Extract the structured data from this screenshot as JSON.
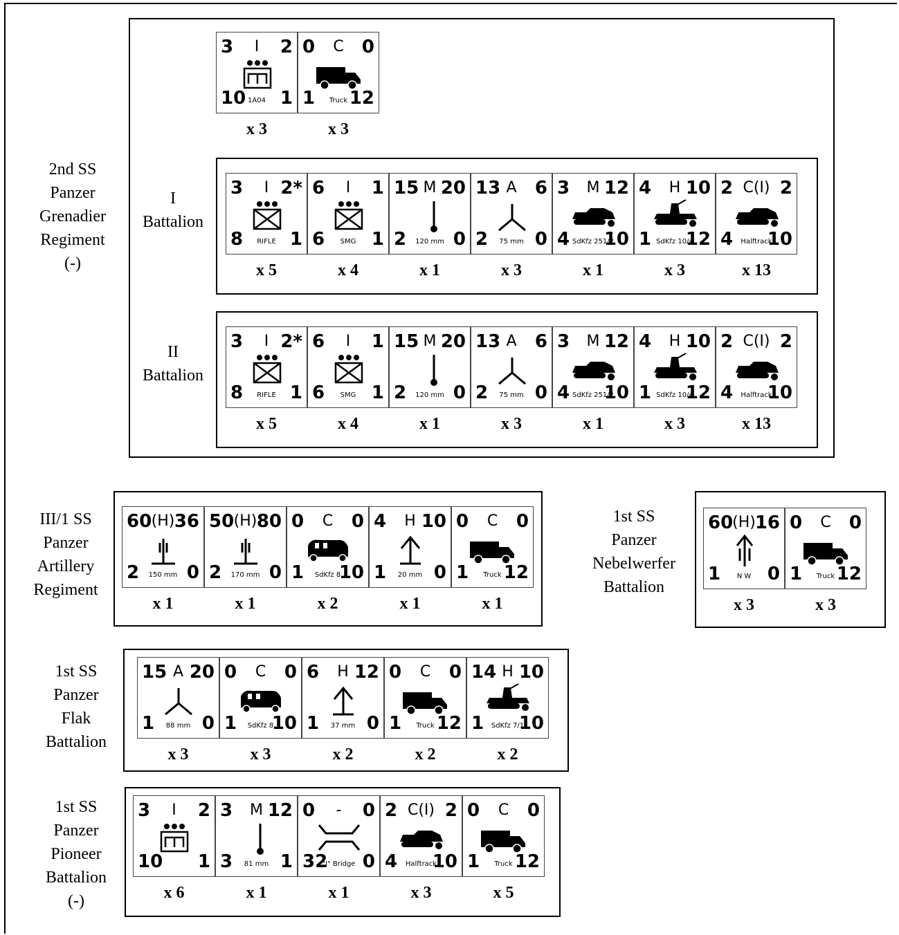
{
  "groups": {
    "g1": {
      "label": [
        "2nd SS",
        "Panzer",
        "Grenadier",
        "Regiment",
        "(-)"
      ]
    },
    "hq": {
      "counters": [
        {
          "tl": "3",
          "tc": "I",
          "tr": "2",
          "bl": "10",
          "br": "1",
          "sub": "1A04",
          "icon": "engineer-icon",
          "mult": "x 3"
        },
        {
          "tl": "0",
          "tc": "C",
          "tr": "0",
          "bl": "1",
          "br": "12",
          "sub": "Truck",
          "icon": "truck-icon",
          "mult": "x 3"
        }
      ]
    },
    "b1": {
      "label": [
        "I",
        "Battalion"
      ],
      "counters": [
        {
          "tl": "3",
          "tc": "I",
          "tr": "2*",
          "bl": "8",
          "br": "1",
          "sub": "RIFLE",
          "icon": "infantry-icon",
          "mult": "x 5"
        },
        {
          "tl": "6",
          "tc": "I",
          "tr": "1",
          "bl": "6",
          "br": "1",
          "sub": "SMG",
          "icon": "infantry-icon",
          "mult": "x 4"
        },
        {
          "tl": "15",
          "tc": "M",
          "tr": "20",
          "bl": "2",
          "br": "0",
          "sub": "120 mm",
          "icon": "mortar-icon",
          "mult": "x 1"
        },
        {
          "tl": "13",
          "tc": "A",
          "tr": "6",
          "bl": "2",
          "br": "0",
          "sub": "75 mm",
          "icon": "antitank-gun-icon",
          "mult": "x 3"
        },
        {
          "tl": "3",
          "tc": "M",
          "tr": "12",
          "bl": "4",
          "br": "10",
          "sub": "SdKfz 251/2",
          "icon": "halftrack-icon",
          "mult": "x 1"
        },
        {
          "tl": "4",
          "tc": "H",
          "tr": "10",
          "bl": "1",
          "br": "12",
          "sub": "SdKfz 10/4",
          "icon": "flak-halftrack-icon",
          "mult": "x 3"
        },
        {
          "tl": "2",
          "tc": "C(I)",
          "tr": "2",
          "bl": "4",
          "br": "10",
          "sub": "Halftrack",
          "icon": "halftrack-icon",
          "mult": "x 13"
        }
      ]
    },
    "b2": {
      "label": [
        "II",
        "Battalion"
      ],
      "counters": [
        {
          "tl": "3",
          "tc": "I",
          "tr": "2*",
          "bl": "8",
          "br": "1",
          "sub": "RIFLE",
          "icon": "infantry-icon",
          "mult": "x 5"
        },
        {
          "tl": "6",
          "tc": "I",
          "tr": "1",
          "bl": "6",
          "br": "1",
          "sub": "SMG",
          "icon": "infantry-icon",
          "mult": "x 4"
        },
        {
          "tl": "15",
          "tc": "M",
          "tr": "20",
          "bl": "2",
          "br": "0",
          "sub": "120 mm",
          "icon": "mortar-icon",
          "mult": "x 1"
        },
        {
          "tl": "13",
          "tc": "A",
          "tr": "6",
          "bl": "2",
          "br": "0",
          "sub": "75 mm",
          "icon": "antitank-gun-icon",
          "mult": "x 3"
        },
        {
          "tl": "3",
          "tc": "M",
          "tr": "12",
          "bl": "4",
          "br": "10",
          "sub": "SdKfz 251/2",
          "icon": "halftrack-icon",
          "mult": "x 1"
        },
        {
          "tl": "4",
          "tc": "H",
          "tr": "10",
          "bl": "1",
          "br": "12",
          "sub": "SdKfz 10/4",
          "icon": "flak-halftrack-icon",
          "mult": "x 3"
        },
        {
          "tl": "2",
          "tc": "C(I)",
          "tr": "2",
          "bl": "4",
          "br": "10",
          "sub": "Halftrack",
          "icon": "halftrack-icon",
          "mult": "x 13"
        }
      ]
    },
    "art": {
      "label": [
        "III/1 SS",
        "Panzer",
        "Artillery",
        "Regiment"
      ],
      "counters": [
        {
          "tl": "60",
          "tc": "(H)",
          "tr": "36",
          "bl": "2",
          "br": "0",
          "sub": "150 mm",
          "icon": "howitzer-icon",
          "mult": "x 1"
        },
        {
          "tl": "50",
          "tc": "(H)",
          "tr": "80",
          "bl": "2",
          "br": "0",
          "sub": "170 mm",
          "icon": "howitzer-icon",
          "mult": "x 1"
        },
        {
          "tl": "0",
          "tc": "C",
          "tr": "0",
          "bl": "1",
          "br": "10",
          "sub": "SdKfz 8",
          "icon": "prime-mover-icon",
          "mult": "x 2"
        },
        {
          "tl": "4",
          "tc": "H",
          "tr": "10",
          "bl": "1",
          "br": "0",
          "sub": "20 mm",
          "icon": "aa-gun-icon",
          "mult": "x 1"
        },
        {
          "tl": "0",
          "tc": "C",
          "tr": "0",
          "bl": "1",
          "br": "12",
          "sub": "Truck",
          "icon": "truck-icon",
          "mult": "x 1"
        }
      ]
    },
    "neb": {
      "label": [
        "1st SS",
        "Panzer",
        "Nebelwerfer",
        "Battalion"
      ],
      "counters": [
        {
          "tl": "60",
          "tc": "(H)",
          "tr": "16",
          "bl": "1",
          "br": "0",
          "sub": "N W",
          "icon": "rocket-launcher-icon",
          "mult": "x 3"
        },
        {
          "tl": "0",
          "tc": "C",
          "tr": "0",
          "bl": "1",
          "br": "12",
          "sub": "Truck",
          "icon": "truck-icon",
          "mult": "x 3"
        }
      ]
    },
    "flak": {
      "label": [
        "1st SS",
        "Panzer",
        "Flak",
        "Battalion"
      ],
      "counters": [
        {
          "tl": "15",
          "tc": "A",
          "tr": "20",
          "bl": "1",
          "br": "0",
          "sub": "88 mm",
          "icon": "antitank-gun-icon",
          "mult": "x 3"
        },
        {
          "tl": "0",
          "tc": "C",
          "tr": "0",
          "bl": "1",
          "br": "10",
          "sub": "SdKfz 8",
          "icon": "prime-mover-icon",
          "mult": "x 3"
        },
        {
          "tl": "6",
          "tc": "H",
          "tr": "12",
          "bl": "1",
          "br": "0",
          "sub": "37 mm",
          "icon": "aa-gun-icon",
          "mult": "x 2"
        },
        {
          "tl": "0",
          "tc": "C",
          "tr": "0",
          "bl": "1",
          "br": "12",
          "sub": "Truck",
          "icon": "truck-icon",
          "mult": "x 2"
        },
        {
          "tl": "14",
          "tc": "H",
          "tr": "10",
          "bl": "1",
          "br": "10",
          "sub": "SdKfz 7/1",
          "icon": "flak-halftrack-icon",
          "mult": "x 2"
        }
      ]
    },
    "pio": {
      "label": [
        "1st SS",
        "Panzer",
        "Pioneer",
        "Battalion",
        "(-)"
      ],
      "counters": [
        {
          "tl": "3",
          "tc": "I",
          "tr": "2",
          "bl": "10",
          "br": "1",
          "sub": "",
          "icon": "engineer-icon",
          "mult": "x 6"
        },
        {
          "tl": "3",
          "tc": "M",
          "tr": "12",
          "bl": "3",
          "br": "1",
          "sub": "81 mm",
          "icon": "mortar-icon",
          "mult": "x 1"
        },
        {
          "tl": "0",
          "tc": "-",
          "tr": "0",
          "bl": "32",
          "br": "0",
          "sub": "\"J\" Bridge",
          "icon": "bridge-icon",
          "mult": "x 1"
        },
        {
          "tl": "2",
          "tc": "C(I)",
          "tr": "2",
          "bl": "4",
          "br": "10",
          "sub": "Halftrack",
          "icon": "halftrack-icon",
          "mult": "x 3"
        },
        {
          "tl": "0",
          "tc": "C",
          "tr": "0",
          "bl": "1",
          "br": "12",
          "sub": "Truck",
          "icon": "truck-icon",
          "mult": "x 5"
        }
      ]
    }
  }
}
